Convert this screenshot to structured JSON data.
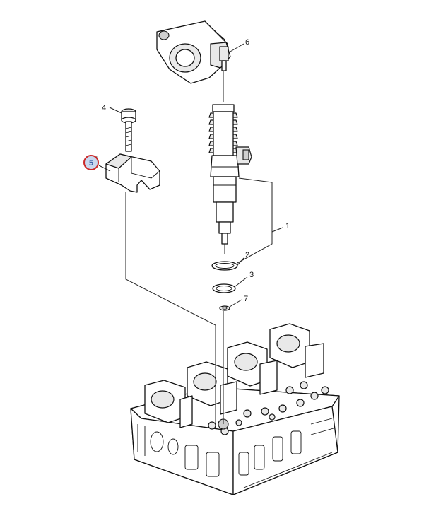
{
  "callouts": [
    {
      "id": "1",
      "label": "1"
    },
    {
      "id": "2",
      "label": "2"
    },
    {
      "id": "3",
      "label": "3"
    },
    {
      "id": "4",
      "label": "4"
    },
    {
      "id": "5",
      "label": "5"
    },
    {
      "id": "6",
      "label": "6"
    },
    {
      "id": "7",
      "label": "7"
    }
  ],
  "highlighted_callout": "5",
  "colors": {
    "highlight_ring": "#cc2a2a",
    "highlight_fill": "#c9d8ef",
    "highlight_text": "#3a5fa8",
    "line": "#111111"
  }
}
